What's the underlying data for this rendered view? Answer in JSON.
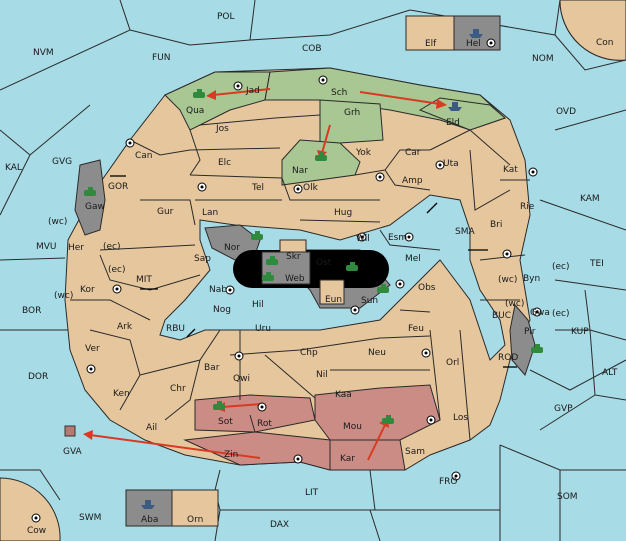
{
  "sea_labels": [
    {
      "id": "pol",
      "text": "POL"
    },
    {
      "id": "nvm",
      "text": "NVM"
    },
    {
      "id": "fun",
      "text": "FUN"
    },
    {
      "id": "cob",
      "text": "COB"
    },
    {
      "id": "nom",
      "text": "NOM"
    },
    {
      "id": "con",
      "text": "Con"
    },
    {
      "id": "ovd",
      "text": "OVD"
    },
    {
      "id": "kal",
      "text": "KAL"
    },
    {
      "id": "gvg",
      "text": "GVG"
    },
    {
      "id": "kam",
      "text": "KAM"
    },
    {
      "id": "mvu",
      "text": "MVU"
    },
    {
      "id": "tei",
      "text": "TEI"
    },
    {
      "id": "bor",
      "text": "BOR"
    },
    {
      "id": "kup",
      "text": "KUP"
    },
    {
      "id": "dor",
      "text": "DOR"
    },
    {
      "id": "alt",
      "text": "ALT"
    },
    {
      "id": "gvp",
      "text": "GVP"
    },
    {
      "id": "fro",
      "text": "FRO"
    },
    {
      "id": "som",
      "text": "SOM"
    },
    {
      "id": "lit",
      "text": "LIT"
    },
    {
      "id": "swm",
      "text": "SWM"
    },
    {
      "id": "dax",
      "text": "DAX"
    },
    {
      "id": "cow",
      "text": "Cow"
    },
    {
      "id": "gva",
      "text": "GVA"
    },
    {
      "id": "gor",
      "text": "GOR"
    },
    {
      "id": "mit",
      "text": "MIT"
    },
    {
      "id": "rbu",
      "text": "RBU"
    },
    {
      "id": "sma",
      "text": "SMA"
    },
    {
      "id": "buc",
      "text": "BUC"
    },
    {
      "id": "rod",
      "text": "ROD"
    }
  ],
  "land_labels": [
    {
      "id": "elf",
      "text": "Elf"
    },
    {
      "id": "hel",
      "text": "Hel"
    },
    {
      "id": "jad",
      "text": "Jad"
    },
    {
      "id": "sch",
      "text": "Sch"
    },
    {
      "id": "qua",
      "text": "Qua"
    },
    {
      "id": "eld",
      "text": "Eld"
    },
    {
      "id": "jos",
      "text": "Jos"
    },
    {
      "id": "grh",
      "text": "Grh"
    },
    {
      "id": "can",
      "text": "Can"
    },
    {
      "id": "yok",
      "text": "Yok"
    },
    {
      "id": "car",
      "text": "Car"
    },
    {
      "id": "uta",
      "text": "Uta"
    },
    {
      "id": "kat",
      "text": "Kat"
    },
    {
      "id": "elc",
      "text": "Elc"
    },
    {
      "id": "nar",
      "text": "Nar"
    },
    {
      "id": "tel",
      "text": "Tel"
    },
    {
      "id": "olk",
      "text": "Olk"
    },
    {
      "id": "amp",
      "text": "Amp"
    },
    {
      "id": "gaw",
      "text": "Gaw"
    },
    {
      "id": "gur",
      "text": "Gur"
    },
    {
      "id": "lan",
      "text": "Lan"
    },
    {
      "id": "hug",
      "text": "Hug"
    },
    {
      "id": "rie",
      "text": "Rie"
    },
    {
      "id": "bri",
      "text": "Bri"
    },
    {
      "id": "wil",
      "text": "Wil"
    },
    {
      "id": "esm",
      "text": "Esm"
    },
    {
      "id": "nor",
      "text": "Nor"
    },
    {
      "id": "skr",
      "text": "Skr"
    },
    {
      "id": "her",
      "text": "Her"
    },
    {
      "id": "sap",
      "text": "Sap"
    },
    {
      "id": "ost",
      "text": "Ost"
    },
    {
      "id": "mel",
      "text": "Mel"
    },
    {
      "id": "web",
      "text": "Web"
    },
    {
      "id": "byn",
      "text": "Byn"
    },
    {
      "id": "kor",
      "text": "Kor"
    },
    {
      "id": "nab",
      "text": "Nab"
    },
    {
      "id": "obs",
      "text": "Obs"
    },
    {
      "id": "eun",
      "text": "Eun"
    },
    {
      "id": "sun",
      "text": "Sun"
    },
    {
      "id": "hil",
      "text": "Hil"
    },
    {
      "id": "gwa",
      "text": "Gwa"
    },
    {
      "id": "ark",
      "text": "Ark"
    },
    {
      "id": "nog",
      "text": "Nog"
    },
    {
      "id": "pir",
      "text": "Pir"
    },
    {
      "id": "uru",
      "text": "Uru"
    },
    {
      "id": "feu",
      "text": "Feu"
    },
    {
      "id": "ver",
      "text": "Ver"
    },
    {
      "id": "chp",
      "text": "Chp"
    },
    {
      "id": "neu",
      "text": "Neu"
    },
    {
      "id": "bar",
      "text": "Bar"
    },
    {
      "id": "qwi",
      "text": "Qwi"
    },
    {
      "id": "nil",
      "text": "Nil"
    },
    {
      "id": "orl",
      "text": "Orl"
    },
    {
      "id": "ken",
      "text": "Ken"
    },
    {
      "id": "chr",
      "text": "Chr"
    },
    {
      "id": "kaa",
      "text": "Kaa"
    },
    {
      "id": "sot",
      "text": "Sot"
    },
    {
      "id": "rot",
      "text": "Rot"
    },
    {
      "id": "los",
      "text": "Los"
    },
    {
      "id": "ail",
      "text": "Ail"
    },
    {
      "id": "mou",
      "text": "Mou"
    },
    {
      "id": "zin",
      "text": "Zin"
    },
    {
      "id": "sam",
      "text": "Sam"
    },
    {
      "id": "kar",
      "text": "Kar"
    },
    {
      "id": "aba",
      "text": "Aba"
    },
    {
      "id": "orn",
      "text": "Orn"
    }
  ],
  "coast_labels": [
    {
      "id": "wc1",
      "text": "(wc)"
    },
    {
      "id": "ec1",
      "text": "(ec)"
    },
    {
      "id": "ec2",
      "text": "(ec)"
    },
    {
      "id": "wc2",
      "text": "(wc)"
    },
    {
      "id": "ec3",
      "text": "(ec)"
    },
    {
      "id": "wc3",
      "text": "(wc)"
    },
    {
      "id": "wc4",
      "text": "(wc)"
    },
    {
      "id": "ec4",
      "text": "(ec)"
    }
  ],
  "colors": {
    "sea": "#a7dbe6",
    "land": "#e6c79d",
    "green": "#a8c793",
    "red": "#cc8c86",
    "grey": "#8c8c8c",
    "arrow": "#d83a22"
  }
}
